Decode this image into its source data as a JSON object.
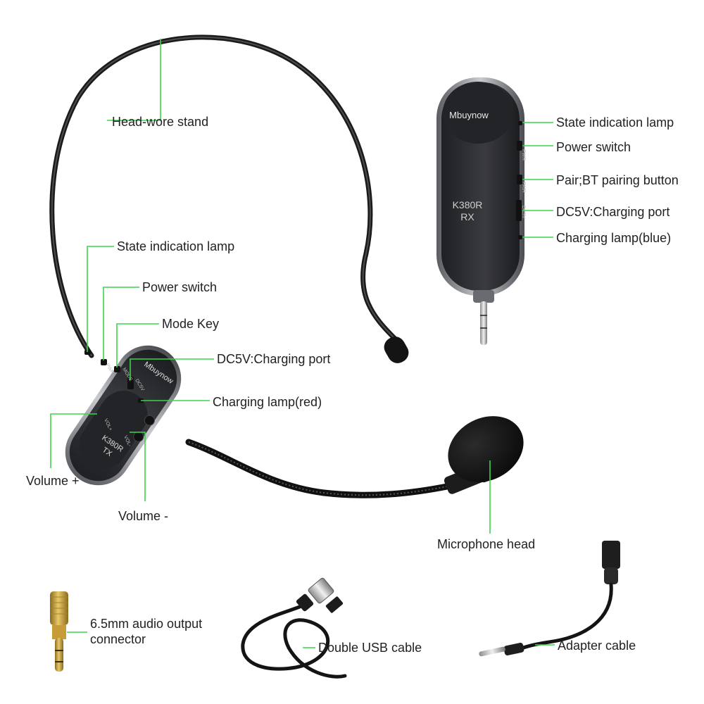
{
  "colors": {
    "leader_line": "#3ad64a",
    "device_body": "#2a2b2e",
    "device_rim": "#8e9096",
    "foam": "#141414",
    "brass": "#c9a03a",
    "label_text": "#222222"
  },
  "receiver": {
    "brand": "Mbuynow",
    "model_line1": "K380R",
    "model_line2": "RX",
    "side_marks": [
      "PWR",
      "PAIR",
      "DC5V"
    ]
  },
  "transmitter": {
    "brand": "Mbuynow",
    "model_line1": "K380R",
    "model_line2": "TX",
    "side_marks": [
      "PWR",
      "MODE",
      "DC5V",
      "VOL+",
      "VOL-"
    ]
  },
  "labels": {
    "head_wore_stand": "Head-wore stand",
    "rx_state_lamp": "State indication lamp",
    "rx_power_switch": "Power switch",
    "rx_pair_button": "Pair;BT pairing button",
    "rx_charging_port": "DC5V:Charging port",
    "rx_charging_lamp": "Charging lamp(blue)",
    "tx_state_lamp": "State indication lamp",
    "tx_power_switch": "Power switch",
    "tx_mode_key": "Mode Key",
    "tx_charging_port": "DC5V:Charging port",
    "tx_charging_lamp": "Charging lamp(red)",
    "volume_plus": "Volume +",
    "volume_minus": "Volume -",
    "microphone_head": "Microphone head",
    "audio_connector": "6.5mm audio output connector",
    "usb_cable": "Double USB cable",
    "adapter_cable": "Adapter cable"
  }
}
